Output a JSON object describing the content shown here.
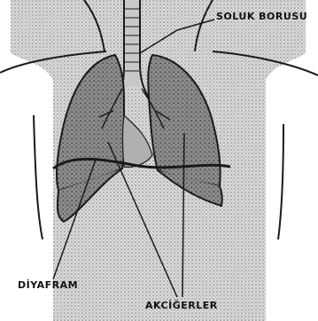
{
  "labels": {
    "trachea": "SOLUK BORUSU",
    "diaphragm": "DİYAFRAM",
    "lungs": "AKCİĞERLER"
  },
  "colors": {
    "ink": "#1a1a1a",
    "stipple": "#8a8a8a",
    "lung_fill": "#6e6e6e",
    "background": "#ffffff"
  },
  "icons": {
    "stipple_texture": "dot-pattern"
  }
}
